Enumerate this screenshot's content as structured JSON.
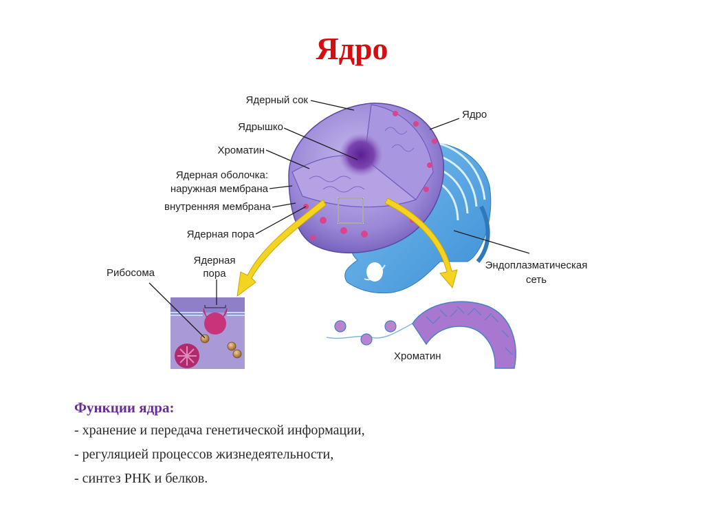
{
  "slide": {
    "title": "Ядро",
    "title_color": "#d40f12"
  },
  "diagram": {
    "labels": {
      "nuclear_sap": "Ядерный сок",
      "nucleolus": "Ядрышко",
      "chromatin_top": "Хроматин",
      "envelope_heading": "Ядерная оболочка:",
      "outer_membrane": "наружная мембрана",
      "inner_membrane": "внутренняя мембрана",
      "nuclear_pore": "Ядерная пора",
      "nucleus": "Ядро",
      "er_line1": "Эндоплазматическая",
      "er_line2": "сеть",
      "ribosome": "Рибосома",
      "inset_pore_line1": "Ядерная",
      "inset_pore_line2": "пора",
      "chromatin_bottom": "Хроматин"
    },
    "colors": {
      "nucleus": "#9a86d6",
      "nucleolus": "#6a2fa0",
      "er": "#5aa8e6",
      "arrow": "#f5d322",
      "pore": "#c8347a",
      "ribosome": "#c9985a"
    }
  },
  "functions": {
    "heading": "Функции ядра:",
    "heading_color": "#6b2d93",
    "items": [
      "- хранение и передача генетической информации,",
      "- регуляцией процессов жизнедеятельности,",
      "- синтез РНК и белков."
    ]
  }
}
